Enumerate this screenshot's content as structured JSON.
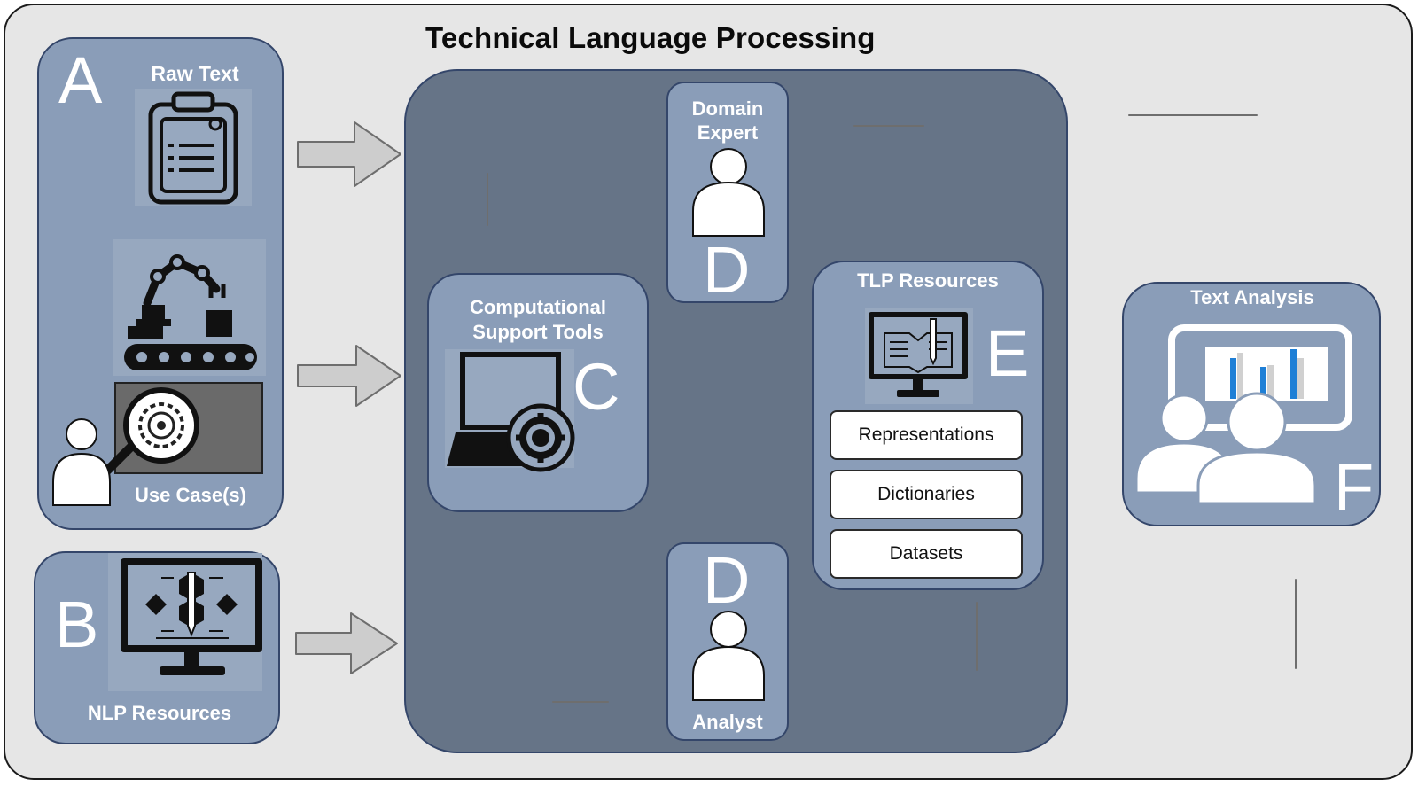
{
  "title": "Technical Language Processing",
  "panel_a": {
    "letter": "A",
    "raw_text": "Raw Text",
    "use_cases": "Use Case(s)"
  },
  "panel_b": {
    "letter": "B",
    "label": "NLP Resources"
  },
  "panel_c": {
    "letter": "C",
    "label_line1": "Computational",
    "label_line2": "Support Tools"
  },
  "domain_expert": {
    "letter": "D",
    "label_line1": "Domain",
    "label_line2": "Expert"
  },
  "analyst": {
    "letter": "D",
    "label": "Analyst"
  },
  "panel_e": {
    "letter": "E",
    "label": "TLP Resources",
    "items": [
      "Representations",
      "Dictionaries",
      "Datasets"
    ]
  },
  "panel_f": {
    "letter": "F",
    "label": "Text Analysis"
  },
  "icons": [
    "clipboard-icon",
    "robot-arm-icon",
    "conveyor-icon",
    "gear-magnifier-icon",
    "person-icon",
    "monitor-flowchart-icon",
    "laptop-gear-icon",
    "monitor-book-icon",
    "presentation-audience-icon"
  ],
  "colors": {
    "panel": "#8a9db8",
    "core": "#667487",
    "arrow": "#cdcdcd",
    "background": "#e6e6e6"
  }
}
